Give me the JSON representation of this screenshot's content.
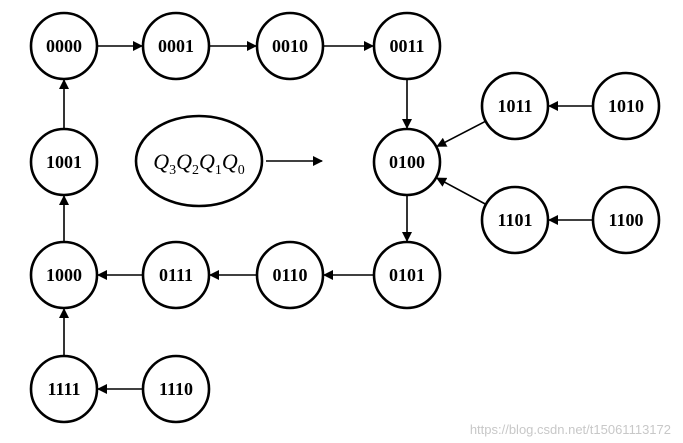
{
  "legend": {
    "variables": [
      {
        "base": "Q",
        "sub": "3"
      },
      {
        "base": "Q",
        "sub": "2"
      },
      {
        "base": "Q",
        "sub": "1"
      },
      {
        "base": "Q",
        "sub": "0"
      }
    ]
  },
  "states": [
    {
      "id": "s0000",
      "label": "0000"
    },
    {
      "id": "s0001",
      "label": "0001"
    },
    {
      "id": "s0010",
      "label": "0010"
    },
    {
      "id": "s0011",
      "label": "0011"
    },
    {
      "id": "s0100",
      "label": "0100"
    },
    {
      "id": "s0101",
      "label": "0101"
    },
    {
      "id": "s0110",
      "label": "0110"
    },
    {
      "id": "s0111",
      "label": "0111"
    },
    {
      "id": "s1000",
      "label": "1000"
    },
    {
      "id": "s1001",
      "label": "1001"
    },
    {
      "id": "s1010",
      "label": "1010"
    },
    {
      "id": "s1011",
      "label": "1011"
    },
    {
      "id": "s1100",
      "label": "1100"
    },
    {
      "id": "s1101",
      "label": "1101"
    },
    {
      "id": "s1110",
      "label": "1110"
    },
    {
      "id": "s1111",
      "label": "1111"
    }
  ],
  "transitions": [
    {
      "from": "s0000",
      "to": "s0001"
    },
    {
      "from": "s0001",
      "to": "s0010"
    },
    {
      "from": "s0010",
      "to": "s0011"
    },
    {
      "from": "s0011",
      "to": "s0100"
    },
    {
      "from": "s0100",
      "to": "s0101"
    },
    {
      "from": "s0101",
      "to": "s0110"
    },
    {
      "from": "s0110",
      "to": "s0111"
    },
    {
      "from": "s0111",
      "to": "s1000"
    },
    {
      "from": "s1000",
      "to": "s1001"
    },
    {
      "from": "s1001",
      "to": "s0000"
    },
    {
      "from": "s1010",
      "to": "s1011"
    },
    {
      "from": "s1011",
      "to": "s0100"
    },
    {
      "from": "s1100",
      "to": "s1101"
    },
    {
      "from": "s1101",
      "to": "s0100"
    },
    {
      "from": "s1110",
      "to": "s1111"
    },
    {
      "from": "s1111",
      "to": "s1000"
    }
  ],
  "watermark": "https://blog.csdn.net/t15061113172"
}
